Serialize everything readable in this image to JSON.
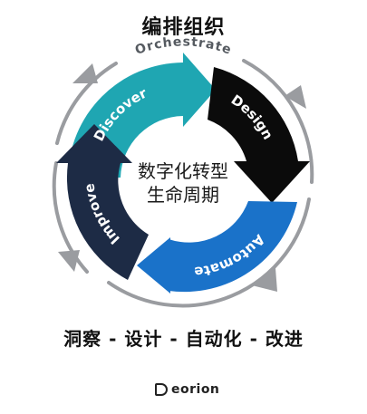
{
  "title": "编排组织",
  "outer_label": "Orchestrate",
  "center": {
    "line1": "数字化转型",
    "line2": "生命周期"
  },
  "segments": [
    {
      "label": "Discover",
      "color": "#1fa6b2"
    },
    {
      "label": "Design",
      "color": "#0b0b0b"
    },
    {
      "label": "Automate",
      "color": "#1a72c9"
    },
    {
      "label": "Improve",
      "color": "#1d2b45"
    }
  ],
  "outer_ring_color": "#9a9ca0",
  "phases": "洞察 - 设计 - 自动化 - 改进",
  "logo": {
    "text": "eorion"
  }
}
